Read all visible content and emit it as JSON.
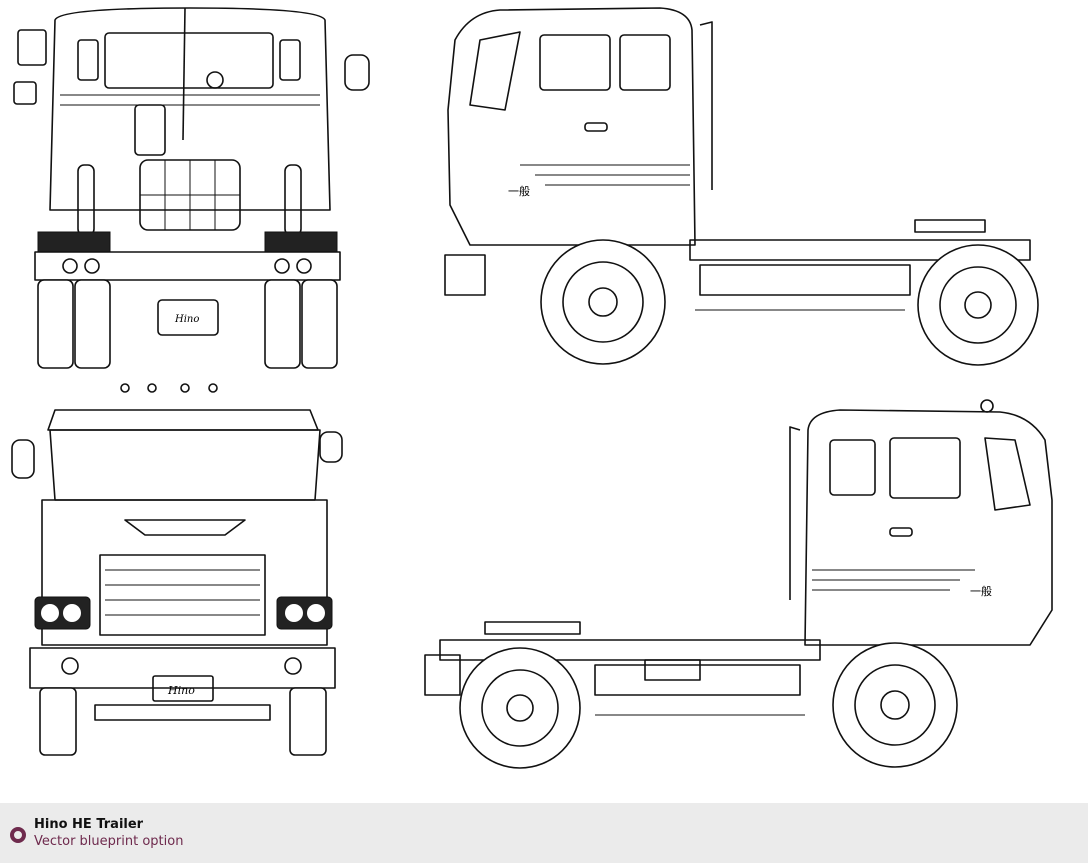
{
  "blueprint": {
    "views": [
      "rear",
      "side-right",
      "front",
      "side-left"
    ],
    "logo_text": "Hino",
    "cab_marking": "一般"
  },
  "caption": {
    "title": "Hino HE Trailer",
    "subtitle": "Vector blueprint option",
    "accent_color": "#6e2a4d"
  }
}
